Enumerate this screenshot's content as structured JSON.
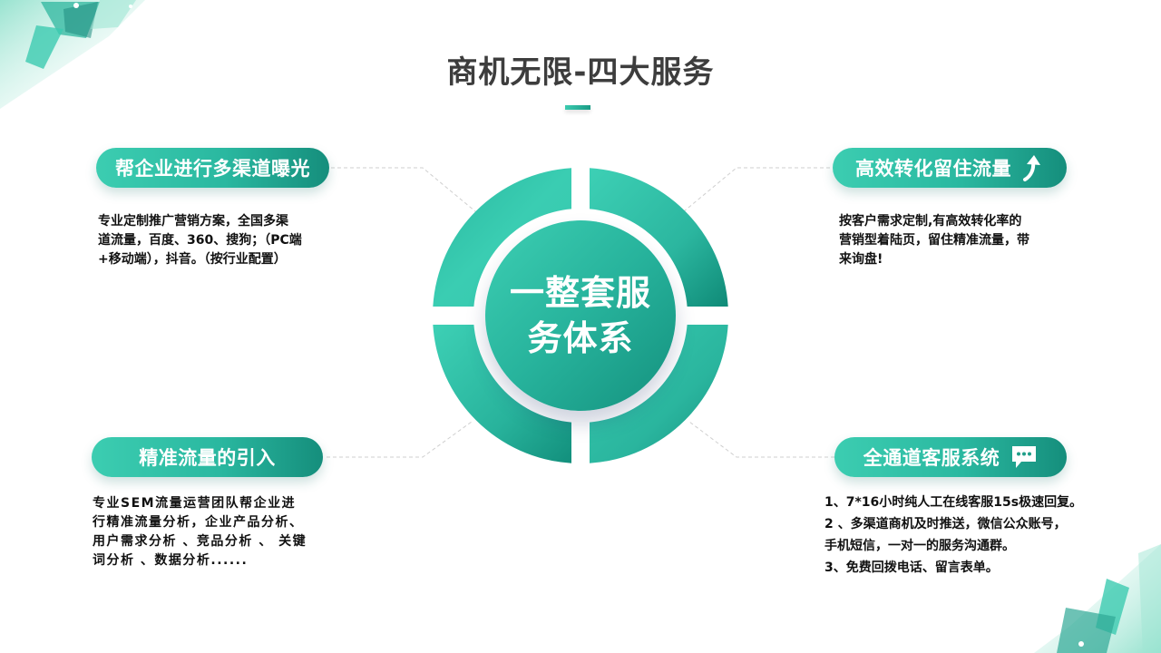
{
  "title": "商机无限-四大服务",
  "center": {
    "line1": "一整套服",
    "line2": "务体系"
  },
  "colors": {
    "accent_light": "#3dcfb3",
    "accent_mid": "#27b39c",
    "accent_dark": "#14917e",
    "title_text": "#3d3d3d",
    "body_text": "#111111"
  },
  "services": [
    {
      "position": "top-left",
      "label": "帮企业进行多渠道曝光",
      "icon": null,
      "lines": [
        "专业定制推广营销方案，全国多渠",
        "道流量，百度、360、搜狗；（PC端",
        "+移动端），抖音。（按行业配置）"
      ]
    },
    {
      "position": "top-right",
      "label": "高效转化留住流量",
      "icon": "curved-up-arrow-icon",
      "lines": [
        "按客户需求定制,有高效转化率的",
        "营销型着陆页，留住精准流量，带",
        "来询盘!"
      ]
    },
    {
      "position": "bottom-left",
      "label": "精准流量的引入",
      "icon": null,
      "lines": [
        "专业SEM流量运营团队帮企业进",
        "行精准流量分析，企业产品分析、",
        "用户需求分析 、竞品分析 、 关键",
        "词分析 、数据分析......"
      ]
    },
    {
      "position": "bottom-right",
      "label": "全通道客服系统",
      "icon": "chat-bubble-icon",
      "lines": [
        "1、7*16小时纯人工在线客服15s极速回复。",
        "2 、多渠道商机及时推送，微信公众账号，",
        "手机短信，一对一的服务沟通群。",
        "3、免费回拨电话、留言表单。"
      ]
    }
  ]
}
